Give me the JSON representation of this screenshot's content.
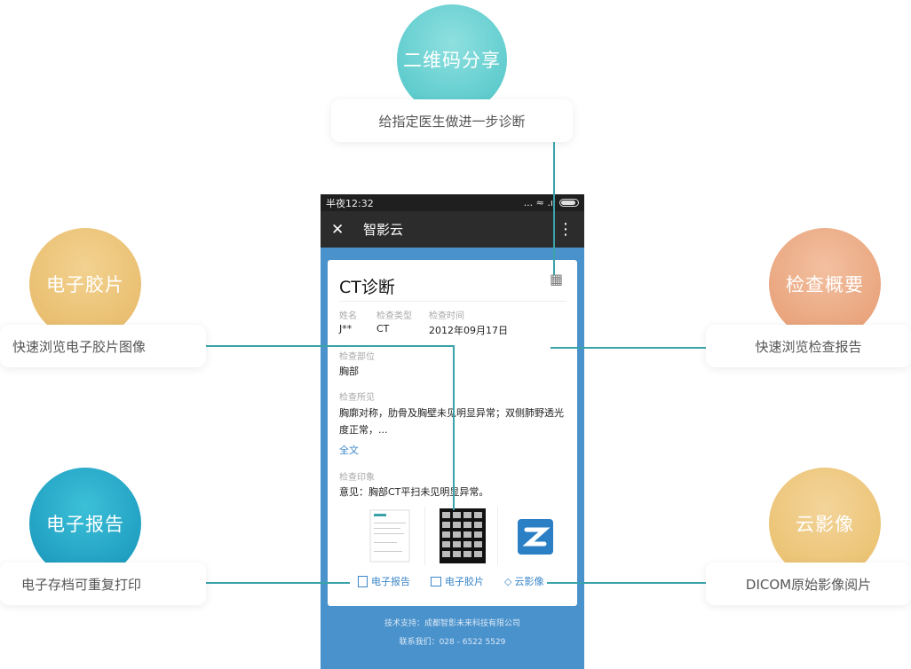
{
  "features": {
    "qr_share": {
      "title": "二维码分享",
      "desc": "给指定医生做进一步诊断"
    },
    "film": {
      "title": "电子胶片",
      "desc": "快速浏览电子胶片图像"
    },
    "summary": {
      "title": "检查概要",
      "desc": "快速浏览检查报告"
    },
    "report": {
      "title": "电子报告",
      "desc": "电子存档可重复打印"
    },
    "cloud": {
      "title": "云影像",
      "desc": "DICOM原始影像阅片"
    }
  },
  "phone": {
    "status_time": "半夜12:32",
    "status_icons": "... ≈ .ıl",
    "close_icon": "✕",
    "title": "智影云",
    "menu_icon": "⋮",
    "card": {
      "heading": "CT诊断",
      "qr_icon": "▦",
      "name_label": "姓名",
      "type_label": "检查类型",
      "time_label": "检查时间",
      "name_value": "J**",
      "type_value": "CT",
      "time_value": "2012年09月17日",
      "site_label": "检查部位",
      "site_value": "胸部",
      "findings_label": "检查所见",
      "findings_value": "胸廓对称，肋骨及胸壁未见明显异常；双侧肺野透光度正常，...",
      "fulltext_link": "全文",
      "impression_label": "检查印象",
      "impression_value": "意见：胸部CT平扫未见明显异常。",
      "btn_report": "电子报告",
      "btn_film": "电子胶片",
      "btn_cloud": "云影像"
    },
    "footer_support": "技术支持：成都智影未来科技有限公司",
    "footer_contact": "联系我们：028 - 6522 5529"
  },
  "colors": {
    "teal": "#55c9cc",
    "orange": "#e8a070",
    "yellow": "#e8c070",
    "blue": "#1aa0c0",
    "line": "#3aa2a8",
    "phone_bg": "#4a92cc"
  }
}
